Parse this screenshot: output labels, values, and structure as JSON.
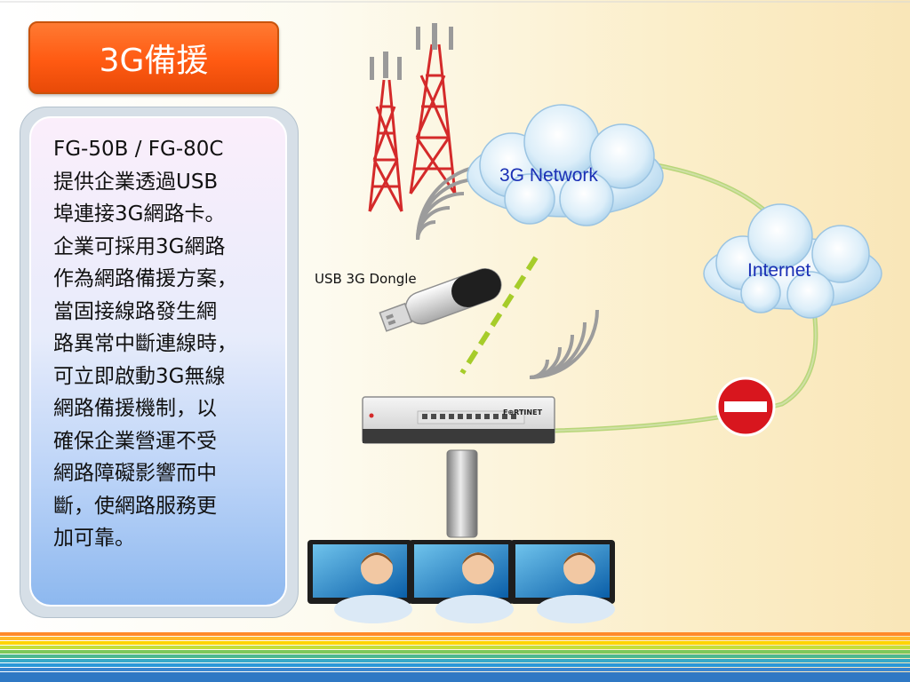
{
  "slide": {
    "title": "3G備援",
    "body_lines": [
      "FG-50B / FG-80C",
      "提供企業透過USB",
      "埠連接3G網路卡。",
      "企業可採用3G網路",
      "作為網路備援方案，",
      "當固接線路發生網",
      "路異常中斷連線時，",
      "可立即啟動3G無線",
      "網路備援機制，以",
      "確保企業營運不受",
      "網路障礙影響而中",
      "斷，使網路服務更",
      "加可靠。"
    ]
  },
  "diagram": {
    "dongle_label": "USB 3G Dongle",
    "cloud_3g_label": "3G Network",
    "cloud_internet_label": "Internet",
    "device_brand": "F⊕RTINET",
    "colors": {
      "title_fill": "#ff5a12",
      "label_blue": "#1a2fb5",
      "tower_red": "#d42a2a",
      "dash_green": "#a6cc2a",
      "stop_red": "#d8161e",
      "cloud_blue": "#cfe6f7"
    },
    "icons": [
      "cell-tower-icon",
      "usb-dongle-icon",
      "signal-waves-icon",
      "cloud-icon",
      "no-entry-icon",
      "firewall-device-icon",
      "user-monitor-icon"
    ]
  }
}
